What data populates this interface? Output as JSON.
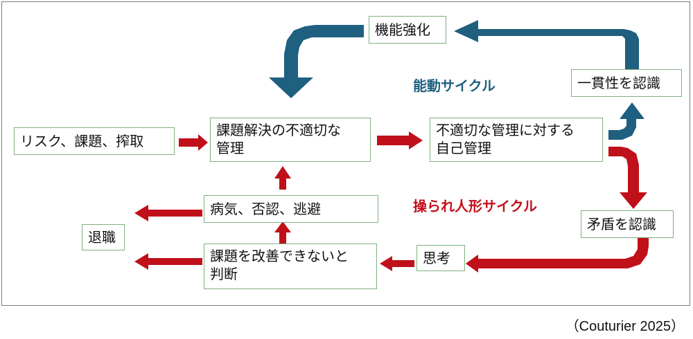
{
  "boxes": {
    "capacity_strengthening": "機能強化",
    "consistency_recognition": "一貫性を認識",
    "risk_issues_exploitation": "リスク、課題、搾取",
    "inappropriate_management_line1": "課題解決の不適切な",
    "inappropriate_management_line2": "管理",
    "self_management_line1": "不適切な管理に対する",
    "self_management_line2": "自己管理",
    "illness_denial_avoidance": "病気、否認、逃避",
    "resignation": "退職",
    "judgment_line1": "課題を改善できないと",
    "judgment_line2": "判断",
    "thinking": "思考",
    "contradiction_recognition": "矛盾を認識"
  },
  "labels": {
    "active_cycle": "能動サイクル",
    "puppet_cycle": "操られ人形サイクル"
  },
  "citation": "（Couturier 2025）",
  "colors": {
    "active_arrow": "#1f5f7f",
    "puppet_arrow": "#c0101a",
    "box_border": "#7fb07f"
  }
}
